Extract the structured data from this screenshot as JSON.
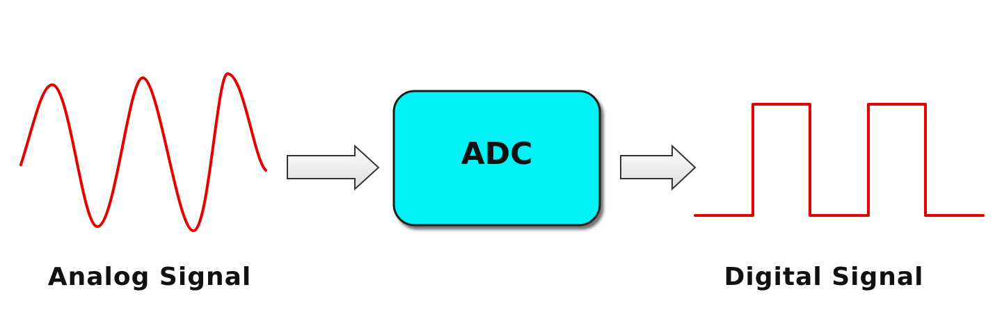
{
  "analog": {
    "label": "Analog Signal"
  },
  "converter": {
    "label": "ADC"
  },
  "digital": {
    "label": "Digital Signal"
  },
  "colors": {
    "signal": "#e60000",
    "adc_fill": "#00f2f7",
    "adc_stroke": "#1a1a1a",
    "arrow_fill": "#efefef",
    "arrow_stroke": "#333333",
    "text": "#111111"
  }
}
